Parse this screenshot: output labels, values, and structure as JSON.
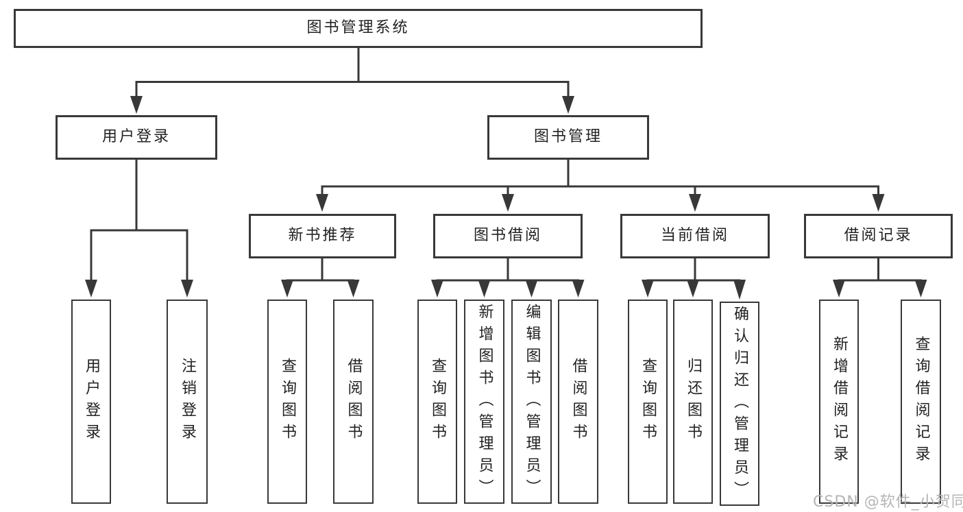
{
  "diagram": {
    "root": {
      "label": "图书管理系统"
    },
    "branches": [
      {
        "label": "用户登录",
        "children": [
          {
            "label": "用户登录"
          },
          {
            "label": "注销登录"
          }
        ]
      },
      {
        "label": "图书管理",
        "children": [
          {
            "label": "新书推荐",
            "children": [
              {
                "label": "查询图书"
              },
              {
                "label": "借阅图书"
              }
            ]
          },
          {
            "label": "图书借阅",
            "children": [
              {
                "label": "查询图书"
              },
              {
                "label": "新增图书（管理员）"
              },
              {
                "label": "编辑图书（管理员）"
              },
              {
                "label": "借阅图书"
              }
            ]
          },
          {
            "label": "当前借阅",
            "children": [
              {
                "label": "查询图书"
              },
              {
                "label": "归还图书"
              },
              {
                "label": "确认归还（管理员）"
              }
            ]
          },
          {
            "label": "借阅记录",
            "children": [
              {
                "label": "新增借阅记录"
              },
              {
                "label": "查询借阅记录"
              }
            ]
          }
        ]
      }
    ]
  },
  "watermark": {
    "text": "CSDN @软件_小贺同学"
  },
  "colors": {
    "line": "#383838",
    "box_border": "#383838",
    "text": "#222222",
    "watermark": "#b5b5b5",
    "background": "#ffffff"
  }
}
